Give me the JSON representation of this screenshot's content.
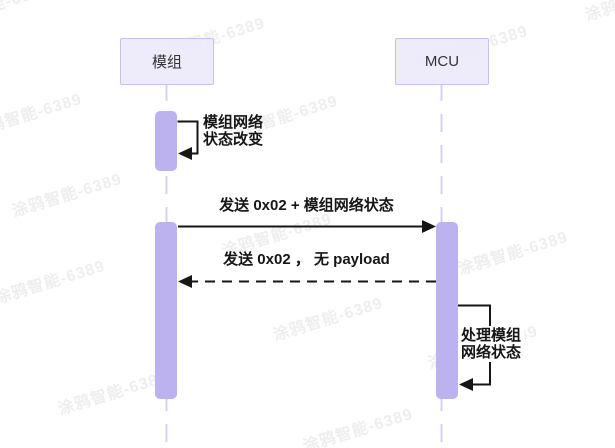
{
  "diagram": {
    "type": "sequence",
    "participants": [
      {
        "id": "module",
        "label": "模组"
      },
      {
        "id": "mcu",
        "label": "MCU"
      }
    ],
    "messages": [
      {
        "from": "module",
        "to": "module",
        "kind": "self-loop-solid",
        "label_lines": [
          "模组网络",
          "状态改变"
        ]
      },
      {
        "from": "module",
        "to": "mcu",
        "kind": "solid-arrow",
        "label": "发送 0x02 + 模组网络状态"
      },
      {
        "from": "mcu",
        "to": "module",
        "kind": "dashed-arrow",
        "label": "发送 0x02 ， 无 payload"
      },
      {
        "from": "mcu",
        "to": "mcu",
        "kind": "self-loop-solid",
        "label_lines": [
          "处理模组",
          "网络状态"
        ]
      }
    ]
  },
  "watermark": {
    "text": "涂鸦智能-6389"
  },
  "colors": {
    "activation_bar": "#bdb2f0",
    "lifeline": "#d7d0f6",
    "participant_fill": "#edeafb",
    "participant_border": "#c8beef",
    "message_line": "#161616",
    "watermark": "#e9e9e9",
    "background": "#ffffff"
  }
}
